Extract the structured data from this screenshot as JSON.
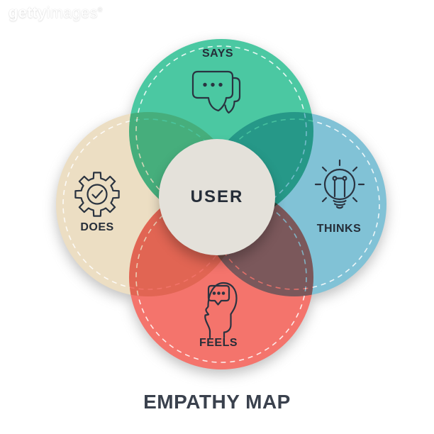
{
  "watermark": {
    "brand_bold": "getty",
    "brand_light": "images",
    "registered_mark": "®"
  },
  "title": {
    "text": "EMPATHY MAP"
  },
  "center": {
    "label": "USER"
  },
  "sections": [
    {
      "id": "says",
      "label": "SAYS",
      "position": "top",
      "icon": "speech-bubbles-icon",
      "color": "#4BC8A2"
    },
    {
      "id": "thinks",
      "label": "THINKS",
      "position": "right",
      "icon": "lightbulb-icon",
      "color": "#81C2D6"
    },
    {
      "id": "does",
      "label": "DOES",
      "position": "left",
      "icon": "gear-checkmark-icon",
      "color": "#ECDEC3"
    },
    {
      "id": "feels",
      "label": "FEELS",
      "position": "bottom",
      "icon": "head-speech-bubble-icon",
      "color": "#F4746C"
    }
  ],
  "colors": {
    "icon_stroke": "#2A3340",
    "label_text": "#252D38",
    "title_text": "#3A414D",
    "center_bg": "#E4E1DA",
    "dash": "rgba(255,255,255,0.85)",
    "background": "#FFFFFF"
  }
}
